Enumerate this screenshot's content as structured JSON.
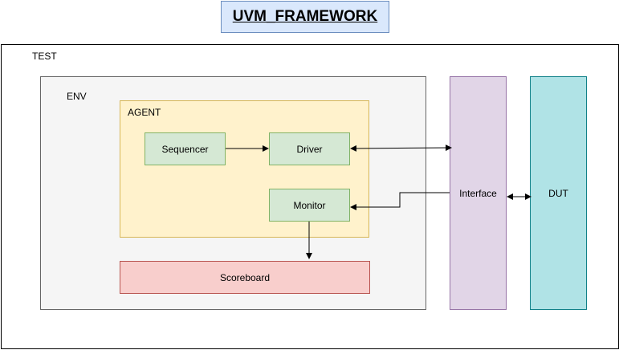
{
  "diagram": {
    "title": "UVM_FRAMEWORK",
    "test": {
      "label": "TEST"
    },
    "env": {
      "label": "ENV"
    },
    "agent": {
      "label": "AGENT"
    },
    "sequencer": {
      "label": "Sequencer"
    },
    "driver": {
      "label": "Driver"
    },
    "monitor": {
      "label": "Monitor"
    },
    "scoreboard": {
      "label": "Scoreboard"
    },
    "interface": {
      "label": "Interface"
    },
    "dut": {
      "label": "DUT"
    }
  },
  "colors": {
    "title_fill": "#dae8fc",
    "env_fill": "#f5f5f5",
    "agent_fill": "#fff2cc",
    "component_fill": "#d5e8d4",
    "scoreboard_fill": "#f8cecc",
    "interface_fill": "#e1d5e7",
    "dut_fill": "#b0e3e6"
  }
}
